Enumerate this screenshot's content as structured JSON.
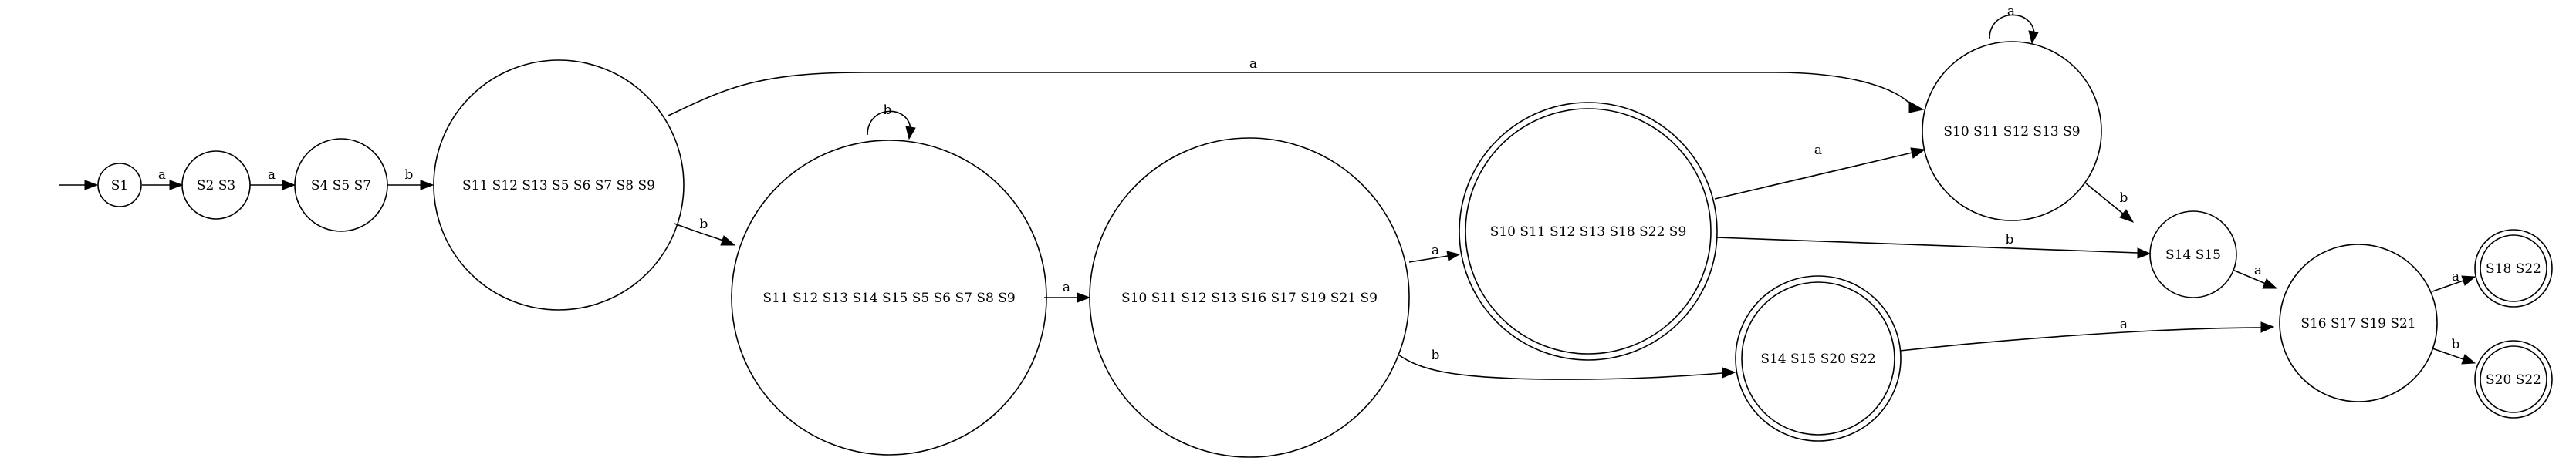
{
  "diagram": {
    "start_arrow": true,
    "nodes": [
      {
        "id": "n1",
        "label": "S1",
        "accepting": false
      },
      {
        "id": "n2",
        "label": "S2 S3",
        "accepting": false
      },
      {
        "id": "n3",
        "label": "S4 S5 S7",
        "accepting": false
      },
      {
        "id": "n4",
        "label": "S11 S12 S13 S5 S6 S7 S8 S9",
        "accepting": false
      },
      {
        "id": "n5",
        "label": "S11 S12 S13 S14 S15 S5 S6 S7 S8 S9",
        "accepting": false
      },
      {
        "id": "n6",
        "label": "S10 S11 S12 S13 S16 S17 S19 S21 S9",
        "accepting": false
      },
      {
        "id": "n7",
        "label": "S10 S11 S12 S13 S18 S22 S9",
        "accepting": true
      },
      {
        "id": "n8",
        "label": "S14 S15 S20 S22",
        "accepting": true
      },
      {
        "id": "n9",
        "label": "S10 S11 S12 S13 S9",
        "accepting": false
      },
      {
        "id": "n10",
        "label": "S14 S15",
        "accepting": false
      },
      {
        "id": "n11",
        "label": "S16 S17 S19 S21",
        "accepting": false
      },
      {
        "id": "n12",
        "label": "S18 S22",
        "accepting": true
      },
      {
        "id": "n13",
        "label": "S20 S22",
        "accepting": true
      }
    ],
    "edges": [
      {
        "from": "n1",
        "to": "n2",
        "label": "a"
      },
      {
        "from": "n2",
        "to": "n3",
        "label": "a"
      },
      {
        "from": "n3",
        "to": "n4",
        "label": "b"
      },
      {
        "from": "n4",
        "to": "n9",
        "label": "a"
      },
      {
        "from": "n4",
        "to": "n5",
        "label": "b"
      },
      {
        "from": "n5",
        "to": "n5",
        "label": "b"
      },
      {
        "from": "n5",
        "to": "n6",
        "label": "a"
      },
      {
        "from": "n6",
        "to": "n7",
        "label": "a"
      },
      {
        "from": "n6",
        "to": "n8",
        "label": "b"
      },
      {
        "from": "n7",
        "to": "n9",
        "label": "a"
      },
      {
        "from": "n7",
        "to": "n10",
        "label": "b"
      },
      {
        "from": "n9",
        "to": "n9",
        "label": "a"
      },
      {
        "from": "n9",
        "to": "n10",
        "label": "b"
      },
      {
        "from": "n8",
        "to": "n11",
        "label": "a"
      },
      {
        "from": "n10",
        "to": "n11",
        "label": "a"
      },
      {
        "from": "n11",
        "to": "n12",
        "label": "a"
      },
      {
        "from": "n11",
        "to": "n13",
        "label": "b"
      }
    ]
  }
}
